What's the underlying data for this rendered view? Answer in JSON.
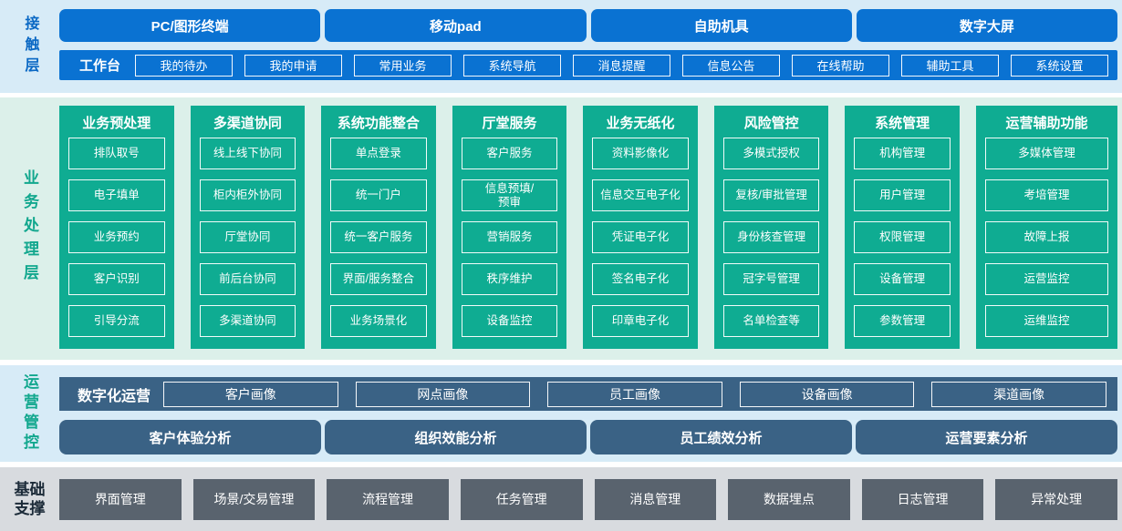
{
  "colors": {
    "contact_bg": "#D7EBF7",
    "business_bg": "#DCF0EA",
    "ops_bg": "#D7EBF7",
    "base_bg": "#D8DBDF",
    "blue_button": "#0A72D2",
    "blue_label": "#0A68C4",
    "teal_column": "#0FAC92",
    "teal_label": "#12A78E",
    "slate_button": "#3A6285",
    "gray_button": "#59636E",
    "dark_label": "#1B2A38"
  },
  "contact_layer": {
    "label": "接触层",
    "terminals": [
      "PC/图形终端",
      "移动pad",
      "自助机具",
      "数字大屏"
    ],
    "workbench": {
      "label": "工作台",
      "items": [
        "我的待办",
        "我的申请",
        "常用业务",
        "系统导航",
        "消息提醒",
        "信息公告",
        "在线帮助",
        "辅助工具",
        "系统设置"
      ]
    }
  },
  "business_layer": {
    "label": "业务处理层",
    "columns": [
      {
        "title": "业务预处理",
        "items": [
          "排队取号",
          "电子填单",
          "业务预约",
          "客户识别",
          "引导分流"
        ]
      },
      {
        "title": "多渠道协同",
        "items": [
          "线上线下协同",
          "柜内柜外协同",
          "厅堂协同",
          "前后台协同",
          "多渠道协同"
        ]
      },
      {
        "title": "系统功能整合",
        "items": [
          "单点登录",
          "统一门户",
          "统一客户服务",
          "界面/服务整合",
          "业务场景化"
        ]
      },
      {
        "title": "厅堂服务",
        "items": [
          "客户服务",
          "信息预填/\n预审",
          "营销服务",
          "秩序维护",
          "设备监控"
        ]
      },
      {
        "title": "业务无纸化",
        "items": [
          "资料影像化",
          "信息交互电子化",
          "凭证电子化",
          "签名电子化",
          "印章电子化"
        ]
      },
      {
        "title": "风险管控",
        "items": [
          "多模式授权",
          "复核/审批管理",
          "身份核查管理",
          "冠字号管理",
          "名单检查等"
        ]
      },
      {
        "title": "系统管理",
        "items": [
          "机构管理",
          "用户管理",
          "权限管理",
          "设备管理",
          "参数管理"
        ]
      },
      {
        "title": "运营辅助功能",
        "items": [
          "多媒体管理",
          "考培管理",
          "故障上报",
          "运营监控",
          "运维监控"
        ]
      }
    ]
  },
  "ops_layer": {
    "label": "运营管控",
    "digital": {
      "label": "数字化运营",
      "items": [
        "客户画像",
        "网点画像",
        "员工画像",
        "设备画像",
        "渠道画像"
      ]
    },
    "analysis": [
      "客户体验分析",
      "组织效能分析",
      "员工绩效分析",
      "运营要素分析"
    ]
  },
  "base_layer": {
    "label": "基础\n支撑",
    "items": [
      "界面管理",
      "场景/交易管理",
      "流程管理",
      "任务管理",
      "消息管理",
      "数据埋点",
      "日志管理",
      "异常处理"
    ]
  }
}
